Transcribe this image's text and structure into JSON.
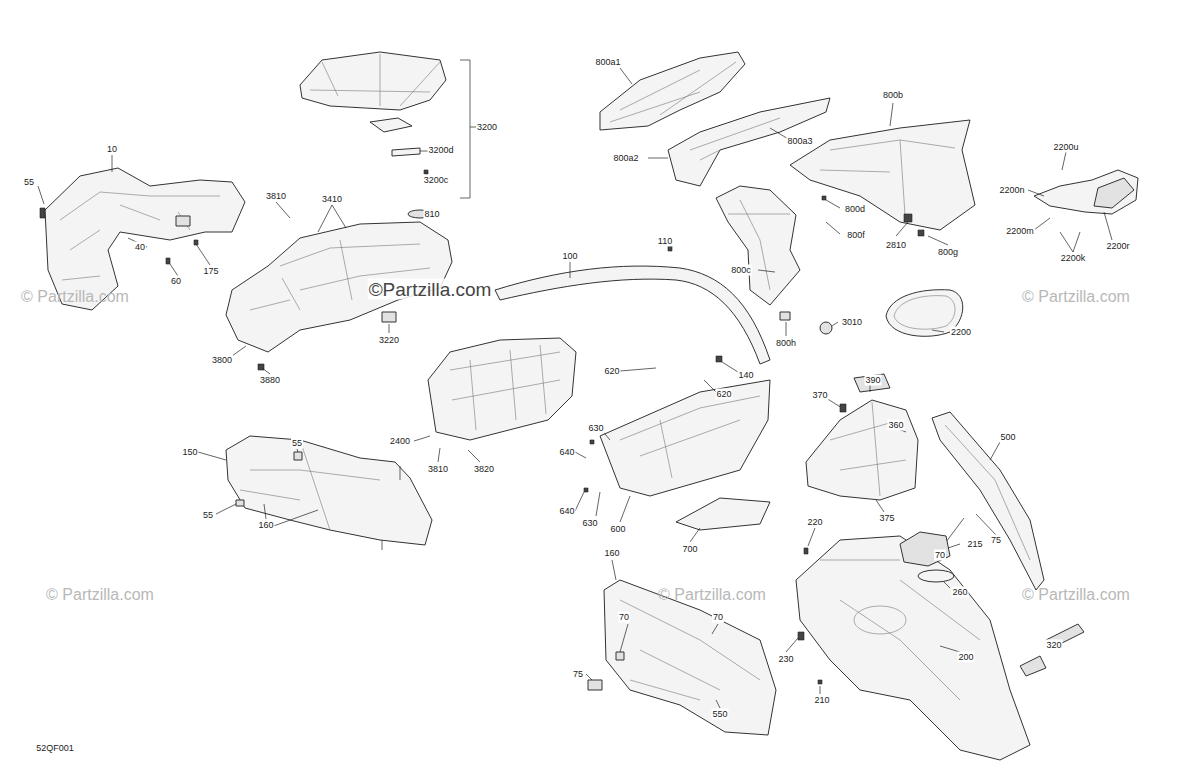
{
  "diagram": {
    "labels": [
      "800a1",
      "3200",
      "800b",
      "800a3",
      "3200d",
      "10",
      "2200u",
      "800a2",
      "55",
      "3200c",
      "2200n",
      "3810",
      "3410",
      "800d",
      "810",
      "2200m",
      "800f",
      "110",
      "40",
      "2810",
      "2200r",
      "800g",
      "100",
      "2200k",
      "800c",
      "175",
      "60",
      "© Partzilla.com",
      "©Partzilla.com",
      "© Partzilla.com",
      "3010",
      "2200",
      "3220",
      "800h",
      "3800",
      "620",
      "140",
      "3880",
      "390",
      "620",
      "370",
      "360",
      "630",
      "500",
      "2400",
      "55",
      "640",
      "150",
      "3810",
      "3820",
      "640",
      "55",
      "375",
      "220",
      "630",
      "160",
      "600",
      "75",
      "215",
      "700",
      "160",
      "70",
      "© Partzilla.com",
      "© Partzilla.com",
      "© Partzilla.com",
      "260",
      "70",
      "70",
      "320",
      "200",
      "230",
      "75",
      "210",
      "550",
      "52QF001"
    ]
  }
}
